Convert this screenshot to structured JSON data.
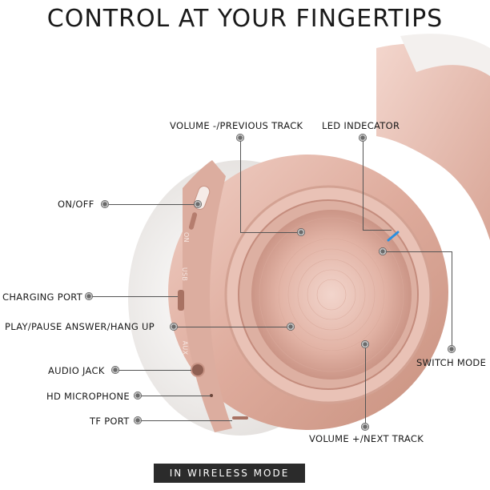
{
  "title": "CONTROL AT YOUR FINGERTIPS",
  "labels": {
    "volume_minus": "VOLUME -/PREVIOUS TRACK",
    "led": "LED INDECATOR",
    "on_off": "ON/OFF",
    "charging": "CHARGING PORT",
    "play_pause": "PLAY/PAUSE ANSWER/HANG UP",
    "switch_mode": "SWITCH MODE",
    "audio_jack": "AUDIO JACK",
    "hd_mic": "HD MICROPHONE",
    "tf_port": "TF PORT",
    "volume_plus": "VOLUME +/NEXT TRACK"
  },
  "port_labels": {
    "usb": "USB",
    "aux": "AUX",
    "on": "ON"
  },
  "banner": "IN WIRELESS MODE",
  "colors": {
    "rose_gold": "#e3b7ab",
    "rose_gold_dark": "#c99586",
    "cushion": "#f4f1ef",
    "led": "#2a8fe0",
    "banner_bg": "#2b2b2b"
  }
}
